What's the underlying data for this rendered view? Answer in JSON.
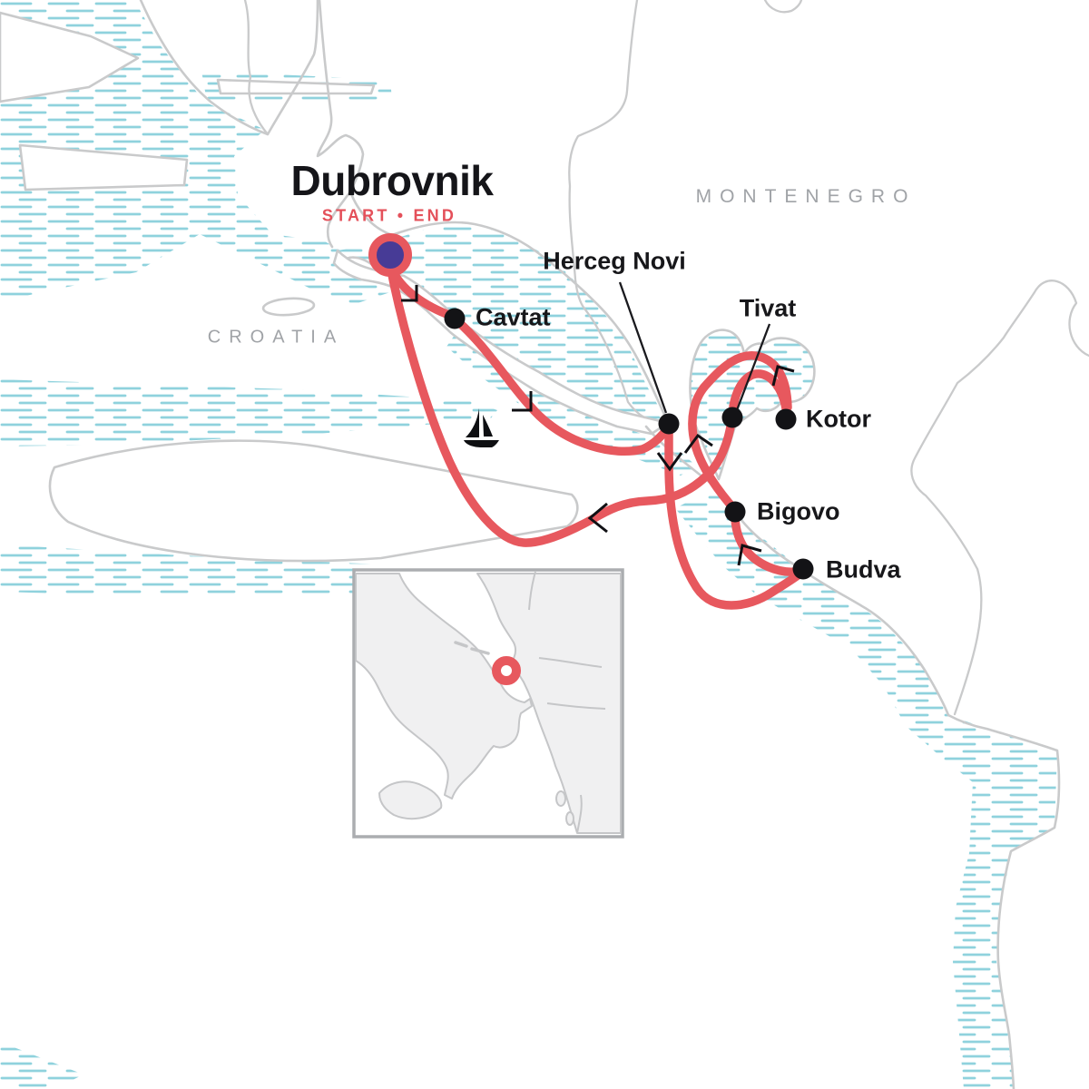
{
  "map_title": {
    "city": "Dubrovnik",
    "start_end": "START • END"
  },
  "countries": {
    "croatia": "CROATIA",
    "montenegro": "MONTENEGRO"
  },
  "stops": [
    {
      "name": "Dubrovnik",
      "role": "start-end"
    },
    {
      "name": "Cavtat",
      "role": "stop"
    },
    {
      "name": "Herceg Novi",
      "role": "stop"
    },
    {
      "name": "Tivat",
      "role": "stop"
    },
    {
      "name": "Kotor",
      "role": "stop"
    },
    {
      "name": "Bigovo",
      "role": "stop"
    },
    {
      "name": "Budva",
      "role": "stop"
    }
  ],
  "route": {
    "order_by_arrows": [
      "Dubrovnik",
      "Cavtat",
      "Herceg Novi",
      "Budva",
      "Bigovo",
      "Kotor",
      "Tivat",
      "Dubrovnik"
    ]
  },
  "icons": {
    "sailboat": "sailboat-icon",
    "location_ring": "inset-location-ring",
    "direction_arrows": "route-direction-arrow"
  },
  "colors": {
    "route": "#E7585E",
    "start_end_marker_fill": "#473B96",
    "start_end_marker_ring": "#E7585E",
    "stop_dot": "#131316",
    "coastline": "#C9CACB",
    "sea_hatch": "#8FD2DD",
    "country_label": "#A0A3A7",
    "label_text": "#17171A",
    "inset_land": "#F0F0F1"
  }
}
